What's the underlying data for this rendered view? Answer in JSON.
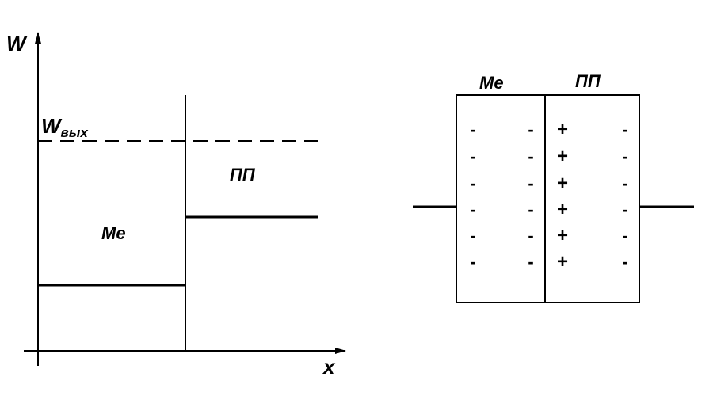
{
  "energy_diagram": {
    "y_axis_label": "W",
    "x_axis_label": "x",
    "work_function_label_main": "W",
    "work_function_label_sub": "вых",
    "metal_label": "Me",
    "semiconductor_label": "ПП"
  },
  "junction_diagram": {
    "metal_label": "Me",
    "semiconductor_label": "ПП",
    "metal_left_charges": [
      "-",
      "-",
      "-",
      "-",
      "-",
      "-"
    ],
    "metal_right_charges": [
      "-",
      "-",
      "-",
      "-",
      "-",
      "-"
    ],
    "semi_left_charges": [
      "+",
      "+",
      "+",
      "+",
      "+",
      "+"
    ],
    "semi_right_charges": [
      "-",
      "-",
      "-",
      "-",
      "-",
      "-"
    ]
  }
}
